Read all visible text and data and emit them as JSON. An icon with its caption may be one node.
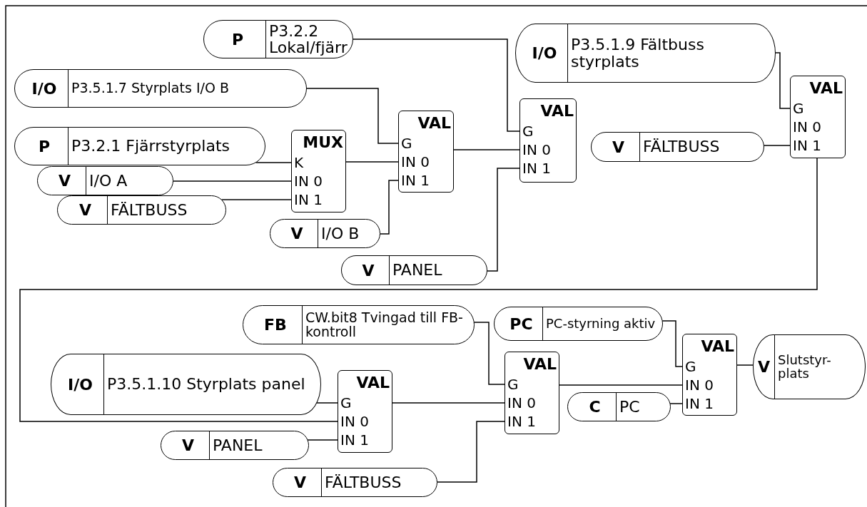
{
  "diagram": {
    "nodes": [
      {
        "text": [
          "P",
          "P3.2.2 Lokal/fjärr"
        ]
      },
      {
        "text": [
          "I/O",
          "P3.5.1.9 Fältbuss styrplats"
        ]
      },
      {
        "text": [
          "I/O",
          "P3.5.1.7 Styrplats I/O B"
        ]
      },
      {
        "text": [
          "VAL",
          "G",
          "IN 0",
          "IN 1"
        ]
      },
      {
        "text": [
          "VAL",
          "G",
          "IN 0",
          "IN 1"
        ]
      },
      {
        "text": [
          "VAL",
          "G",
          "IN 0",
          "IN 1"
        ]
      },
      {
        "text": [
          "P",
          "P3.2.1 Fjärrstyrplats"
        ]
      },
      {
        "text": [
          "MUX",
          "K",
          "IN 0",
          "IN 1"
        ]
      },
      {
        "text": [
          "V",
          "FÄLTBUSS"
        ]
      },
      {
        "text": [
          "V",
          "I/O A"
        ]
      },
      {
        "text": [
          "V",
          "FÄLTBUSS"
        ]
      },
      {
        "text": [
          "V",
          "I/O B"
        ]
      },
      {
        "text": [
          "V",
          "PANEL"
        ]
      },
      {
        "text": [
          "FB",
          "CW.bit8 Tvingad till FB-kontroll"
        ]
      },
      {
        "text": [
          "PC",
          "PC-styrning aktiv"
        ]
      },
      {
        "text": [
          "VAL",
          "G",
          "IN 0",
          "IN 1"
        ]
      },
      {
        "text": [
          "V",
          "Slutstyr-plats"
        ]
      },
      {
        "text": [
          "VAL",
          "G",
          "IN 0",
          "IN 1"
        ]
      },
      {
        "text": [
          "I/O",
          "P3.5.1.10 Styrplats panel"
        ]
      },
      {
        "text": [
          "VAL",
          "G",
          "IN 0",
          "IN 1"
        ]
      },
      {
        "text": [
          "C",
          "PC"
        ]
      },
      {
        "text": [
          "V",
          "PANEL"
        ]
      },
      {
        "text": [
          "V",
          "FÄLTBUSS"
        ]
      }
    ],
    "edges": [
      {
        "from": 0,
        "to": 4,
        "arrow": "none"
      },
      {
        "from": 2,
        "to": 5,
        "arrow": "none"
      },
      {
        "from": 6,
        "to": 7,
        "arrow": "none"
      },
      {
        "from": 9,
        "to": 7,
        "arrow": "none"
      },
      {
        "from": 10,
        "to": 7,
        "arrow": "none"
      },
      {
        "from": 7,
        "to": 5,
        "arrow": "none"
      },
      {
        "from": 11,
        "to": 5,
        "arrow": "none"
      },
      {
        "from": 5,
        "to": 4,
        "arrow": "none"
      },
      {
        "from": 12,
        "to": 4,
        "arrow": "none"
      },
      {
        "from": 1,
        "to": 3,
        "arrow": "none"
      },
      {
        "from": 8,
        "to": 3,
        "arrow": "none"
      },
      {
        "from": 3,
        "to": 19,
        "arrow": "none"
      },
      {
        "from": 18,
        "to": 19,
        "arrow": "none"
      },
      {
        "from": 21,
        "to": 19,
        "arrow": "none"
      },
      {
        "from": 19,
        "to": 17,
        "arrow": "none"
      },
      {
        "from": 13,
        "to": 17,
        "arrow": "none"
      },
      {
        "from": 22,
        "to": 17,
        "arrow": "none"
      },
      {
        "from": 14,
        "to": 15,
        "arrow": "none"
      },
      {
        "from": 17,
        "to": 15,
        "arrow": "none"
      },
      {
        "from": 20,
        "to": 15,
        "arrow": "none"
      },
      {
        "from": 15,
        "to": 16,
        "arrow": "none"
      }
    ]
  }
}
